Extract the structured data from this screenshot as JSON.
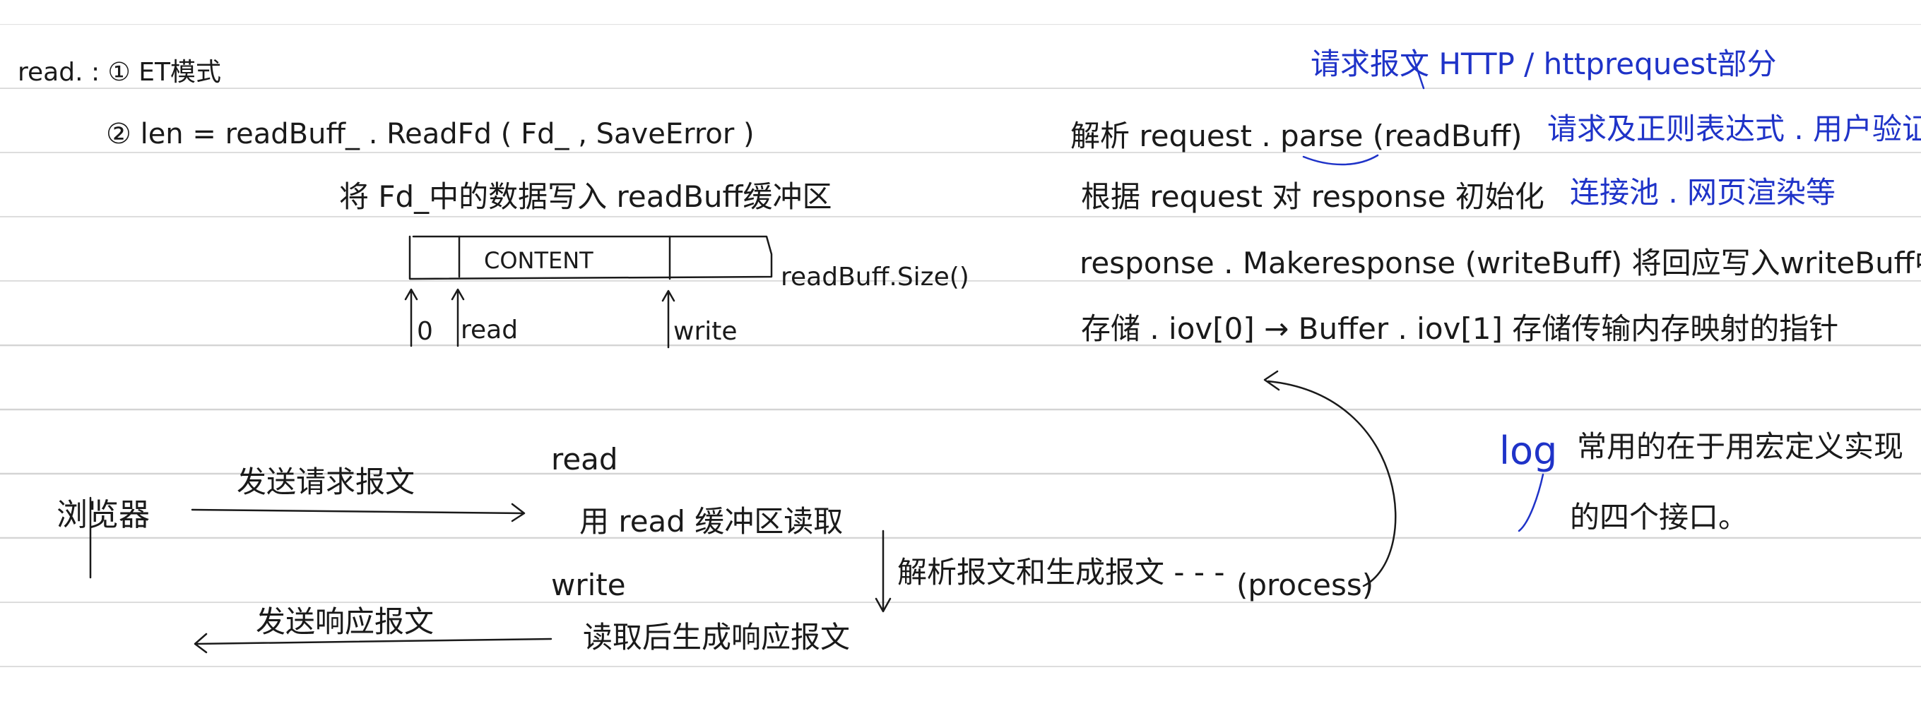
{
  "top_left": {
    "line1_prefix": "read. : ",
    "line1_item": "① ET模式",
    "line2": "② len = readBuff_ . ReadFd ( Fd_ , SaveError )",
    "line3": "将 Fd_中的数据写入 readBuff缓冲区"
  },
  "buffer_diagram": {
    "cells": [
      "",
      "CONTENT",
      ""
    ],
    "size_label": "readBuff.Size()",
    "pointers": [
      "0",
      "read",
      "write"
    ]
  },
  "top_right": {
    "annotation_top": "请求报文 HTTP / httprequest部分",
    "parse_line": "解析 request . parse (readBuff)",
    "parse_note": "请求及正则表达式 . 用户验证",
    "init_line": "根据 request 对 response 初始化",
    "init_note": "连接池 . 网页渲染等",
    "make_line": "response . Makeresponse (writeBuff) 将回应写入writeBuff中",
    "store_line": "存储 . iov[0] → Buffer .    iov[1] 存储传输内存映射的指针"
  },
  "flow": {
    "browser": "浏览器",
    "send_request": "发送请求报文",
    "read_title": "read",
    "read_desc": "用 read 缓冲区读取",
    "write_title": "write",
    "write_desc": "读取后生成响应报文",
    "send_response": "发送响应报文",
    "parse_generate": "解析报文和生成报文 - - -",
    "process": "(process)"
  },
  "log_note": {
    "prefix": "log",
    "line1": "常用的在于用宏定义实现",
    "line2": "的四个接口。"
  },
  "colors": {
    "ink": "#1a1a1a",
    "blue_ink": "#1f33c8",
    "rule_line": "#d4d4d4"
  }
}
